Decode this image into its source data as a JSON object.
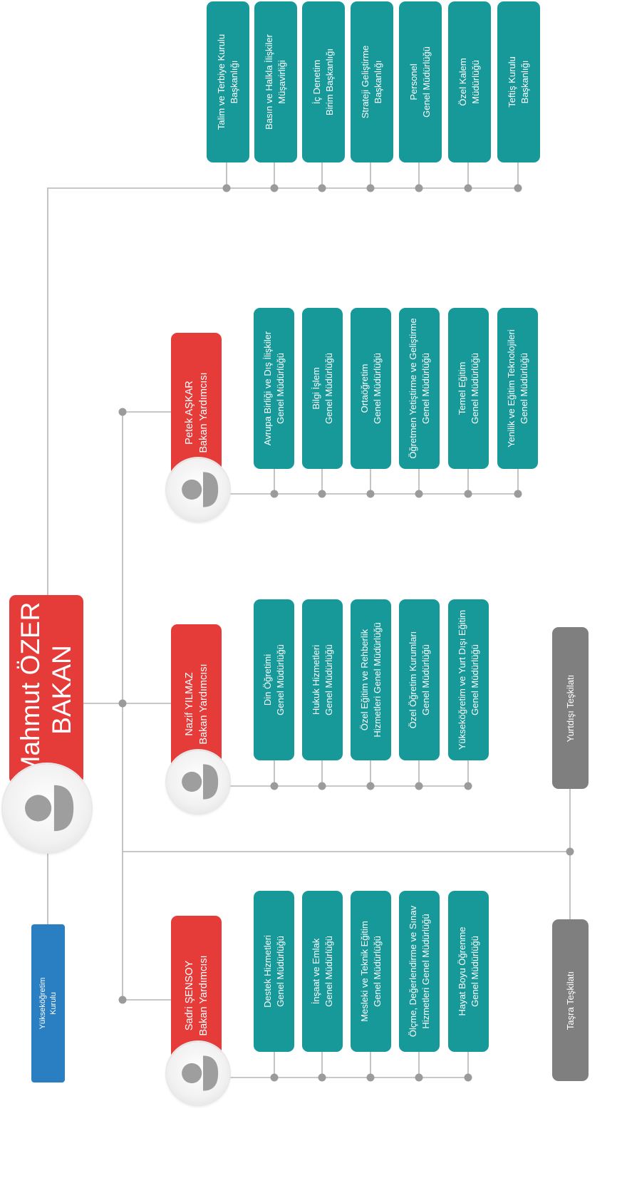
{
  "minister": {
    "line1": "Mahmut ÖZER",
    "line2": "BAKAN"
  },
  "higher_board": {
    "line1": "Yükseköğretim",
    "line2": "Kurulu"
  },
  "direct_units": [
    {
      "line1": "Talim ve Terbiye Kurulu",
      "line2": "Başkanlığı"
    },
    {
      "line1": "Basın ve Halkla İlişkiler",
      "line2": "Müşavirliği"
    },
    {
      "line1": "İç Denetim",
      "line2": "Birim Başkanlığı"
    },
    {
      "line1": "Strateji Geliştirme",
      "line2": "Başkanlığı"
    },
    {
      "line1": "Personel",
      "line2": "Genel Müdürlüğü"
    },
    {
      "line1": "Özel Kalem",
      "line2": "Müdürlüğü"
    },
    {
      "line1": "Teftiş Kurulu",
      "line2": "Başkanlığı"
    }
  ],
  "deputies": [
    {
      "name": "Petek AŞKAR",
      "title": "Bakan Yardımcısı",
      "units": [
        {
          "line1": "Avrupa Birliği ve Dış İlişkiler",
          "line2": "Genel Müdürlüğü"
        },
        {
          "line1": "Bilgi İşlem",
          "line2": "Genel Müdürlüğü"
        },
        {
          "line1": "Ortaöğretim",
          "line2": "Genel Müdürlüğü"
        },
        {
          "line1": "Öğretmen Yetiştirme ve Geliştirme",
          "line2": "Genel Müdürlüğü"
        },
        {
          "line1": "Temel Eğitim",
          "line2": "Genel Müdürlüğü"
        },
        {
          "line1": "Yenilik ve Eğitim Teknolojileri",
          "line2": "Genel Müdürlüğü"
        }
      ]
    },
    {
      "name": "Nazif YILMAZ",
      "title": "Bakan Yardımcısı",
      "units": [
        {
          "line1": "Din Öğretimi",
          "line2": "Genel Müdürlüğü"
        },
        {
          "line1": "Hukuk Hizmetleri",
          "line2": "Genel Müdürlüğü"
        },
        {
          "line1": "Özel Eğitim ve Rehberlik",
          "line2": "Hizmetleri Genel Müdürlüğü"
        },
        {
          "line1": "Özel Öğretim Kurumları",
          "line2": "Genel Müdürlüğü"
        },
        {
          "line1": "Yükseköğretim ve Yurt Dışı Eğitim",
          "line2": "Genel Müdürlüğü"
        }
      ]
    },
    {
      "name": "Sadri ŞENSOY",
      "title": "Bakan Yardımcısı",
      "units": [
        {
          "line1": "Destek Hizmetleri",
          "line2": "Genel Müdürlüğü"
        },
        {
          "line1": "İnşaat ve Emlak",
          "line2": "Genel Müdürlüğü"
        },
        {
          "line1": "Mesleki ve Teknik Eğitim",
          "line2": "Genel Müdürlüğü"
        },
        {
          "line1": "Ölçme, Değerlendirme ve Sınav",
          "line2": "Hizmetleri Genel Müdürlüğü"
        },
        {
          "line1": "Hayat Boyu Öğrenme",
          "line2": "Genel Müdürlüğü"
        }
      ]
    }
  ],
  "organizations": [
    {
      "label": "Yurtdışı Teşkilatı"
    },
    {
      "label": "Taşra Teşkilatı"
    }
  ],
  "colors": {
    "teal": "#17999a",
    "red": "#e53b39",
    "blue": "#2a7fc3",
    "gray": "#7f7f7f",
    "line": "#b5b5b5",
    "dot": "#9b9b9b"
  }
}
